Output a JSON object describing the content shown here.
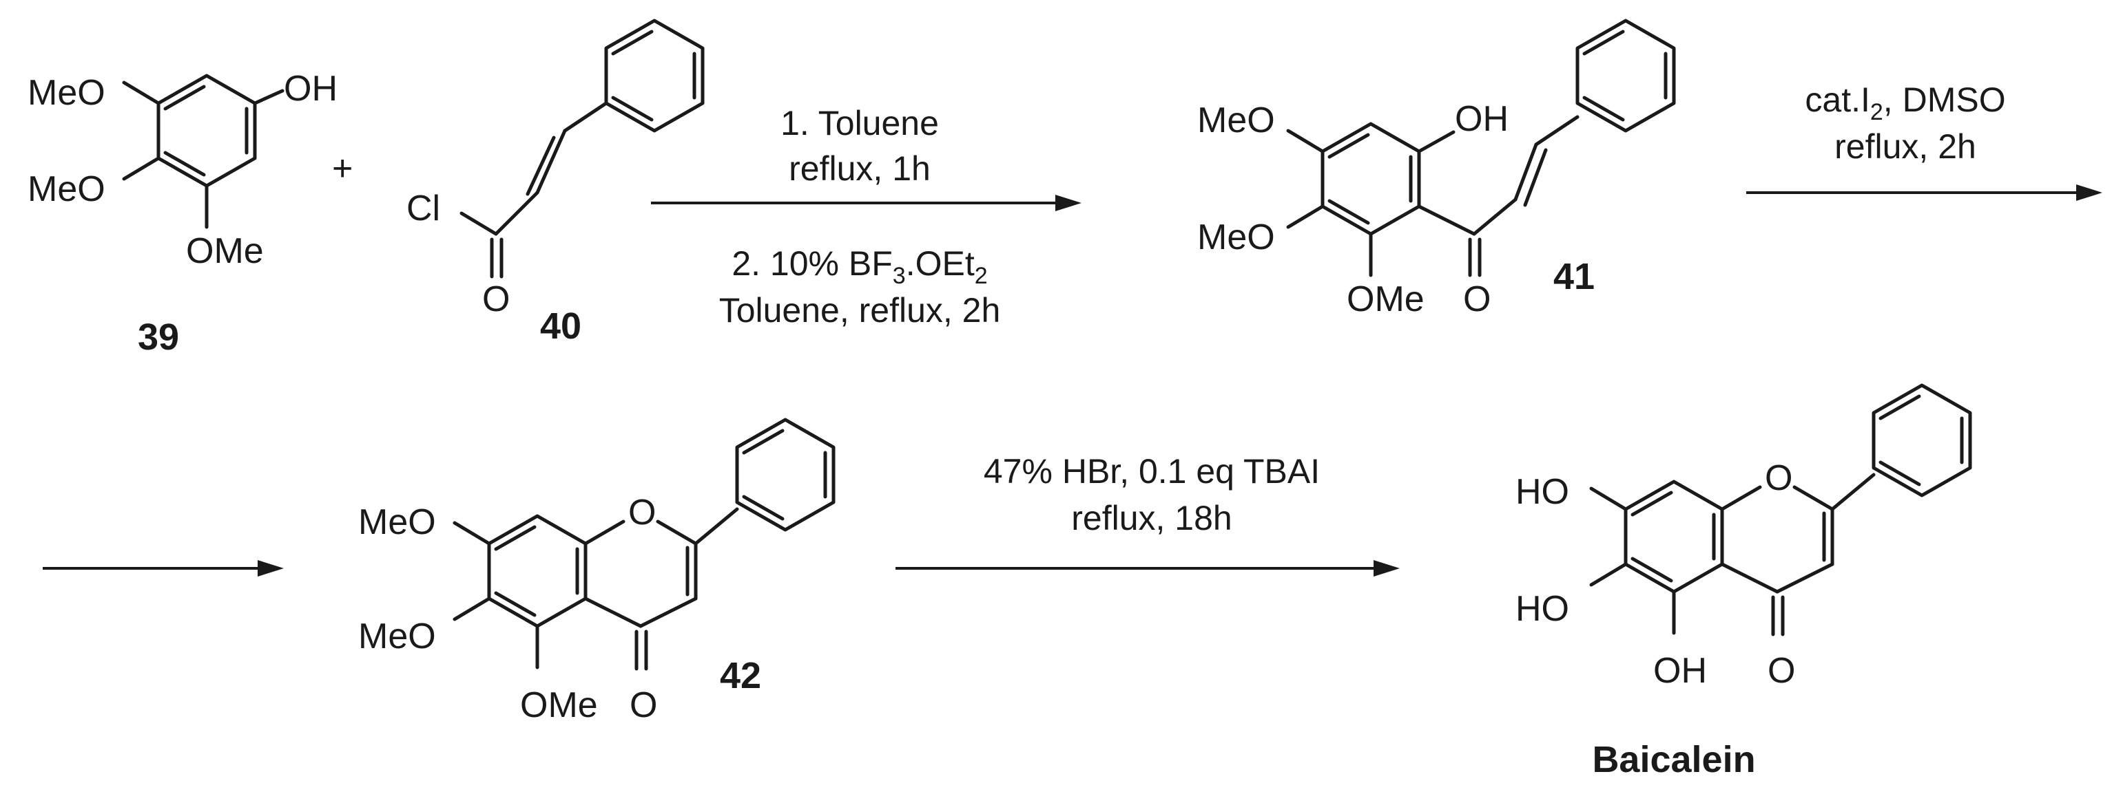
{
  "plus": "+",
  "compounds": {
    "c39": {
      "id": "39",
      "OMe_a": "MeO",
      "OMe_b": "MeO",
      "OMe_c": "OMe",
      "OH": "OH"
    },
    "c40": {
      "id": "40",
      "Cl": "Cl",
      "O": "O"
    },
    "c41": {
      "id": "41",
      "OMe_a": "MeO",
      "OMe_b": "MeO",
      "OMe_c": "OMe",
      "OH": "OH",
      "O": "O"
    },
    "c42": {
      "id": "42",
      "OMe_a": "MeO",
      "OMe_b": "MeO",
      "OMe_c": "OMe",
      "ring_O": "O",
      "O": "O"
    },
    "baicalein": {
      "name": "Baicalein",
      "OH_a": "HO",
      "OH_b": "HO",
      "OH_c": "OH",
      "ring_O": "O",
      "O": "O"
    }
  },
  "conditions": {
    "step1": {
      "line1": "1. Toluene",
      "line2": "reflux, 1h",
      "line3_pre": "2. 10% BF",
      "line3_sub1": "3",
      "line3_mid": ".OEt",
      "line3_sub2": "2",
      "line4": "Toluene, reflux, 2h"
    },
    "step2": {
      "line1_pre": "cat.I",
      "line1_sub": "2",
      "line1_post": ", DMSO",
      "line2": "reflux, 2h"
    },
    "step3": {
      "line1": "47% HBr, 0.1 eq TBAI",
      "line2": "reflux, 18h"
    }
  }
}
